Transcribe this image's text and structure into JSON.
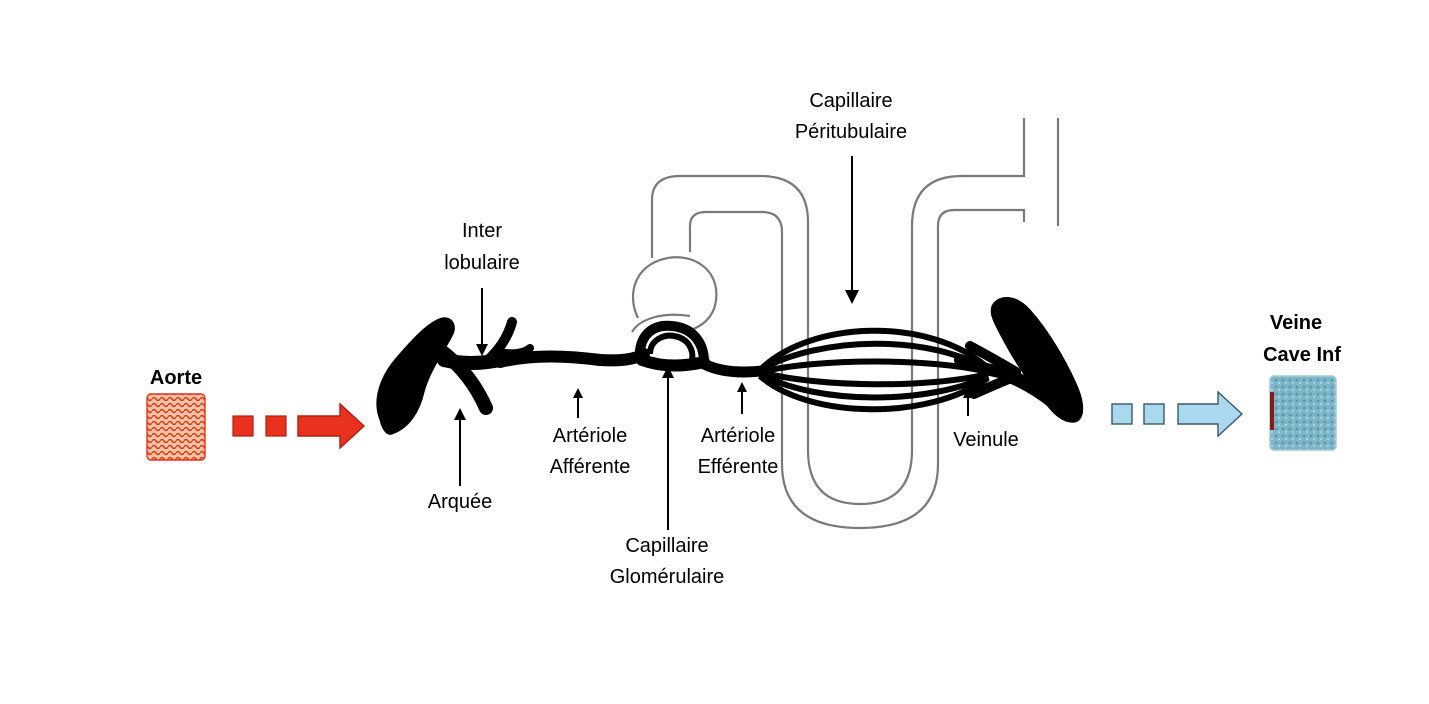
{
  "labels": {
    "aorte": "Aorte",
    "veine_line1": "Veine",
    "veine_line2": "Cave Inf",
    "inter_line1": "Inter",
    "inter_line2": "lobulaire",
    "arquee": "Arquée",
    "afferente_line1": "Artériole",
    "afferente_line2": "Afférente",
    "efferente_line1": "Artériole",
    "efferente_line2": "Efférente",
    "glomerulaire_line1": "Capillaire",
    "glomerulaire_line2": "Glomérulaire",
    "peritubulaire_line1": "Capillaire",
    "peritubulaire_line2": "Péritubulaire",
    "veinule": "Veinule"
  },
  "colors": {
    "arterial": "#e8321e",
    "venous": "#a9d8ef",
    "vessel": "#000000",
    "tubule": "#7a7a7a"
  }
}
